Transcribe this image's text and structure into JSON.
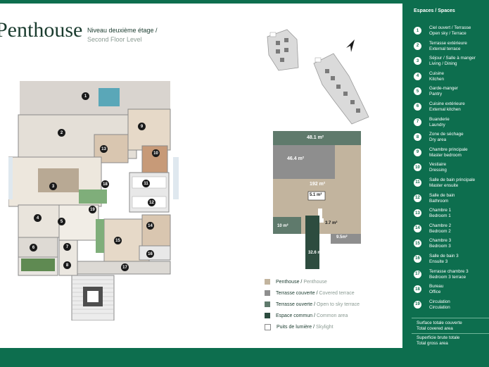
{
  "title": "Penthouse",
  "level_fr": "Niveau deuxième étage /",
  "level_en": "Second Floor Level",
  "sidebar": {
    "header": "Espaces / Spaces",
    "items": [
      {
        "num": "1",
        "fr": "Ciel ouvert / Terrasse",
        "en": "Open sky / Terrace"
      },
      {
        "num": "2",
        "fr": "Terrasse extérieure",
        "en": "External terrace"
      },
      {
        "num": "3",
        "fr": "Séjour / Salle à manger",
        "en": "Living / Dining"
      },
      {
        "num": "4",
        "fr": "Cuisine",
        "en": "Kitchen"
      },
      {
        "num": "5",
        "fr": "Garde-manger",
        "en": "Pantry"
      },
      {
        "num": "6",
        "fr": "Cuisine extérieure",
        "en": "External kitchen"
      },
      {
        "num": "7",
        "fr": "Buanderie",
        "en": "Laundry"
      },
      {
        "num": "8",
        "fr": "Zone de séchage",
        "en": "Dry area"
      },
      {
        "num": "9",
        "fr": "Chambre principale",
        "en": "Master bedroom"
      },
      {
        "num": "10",
        "fr": "Vestiaire",
        "en": "Dressing"
      },
      {
        "num": "11",
        "fr": "Salle de bain principale",
        "en": "Master ensuite"
      },
      {
        "num": "12",
        "fr": "Salle de bain",
        "en": "Bathroom"
      },
      {
        "num": "13",
        "fr": "Chambre 1",
        "en": "Bedroom 1"
      },
      {
        "num": "14",
        "fr": "Chambre 2",
        "en": "Bedroom 2"
      },
      {
        "num": "15",
        "fr": "Chambre 3",
        "en": "Bedroom 3"
      },
      {
        "num": "16",
        "fr": "Salle de bain 3",
        "en": "Ensuite 3"
      },
      {
        "num": "17",
        "fr": "Terrasse chambre 3",
        "en": "Bedroom 3 terrace"
      },
      {
        "num": "18",
        "fr": "Bureau",
        "en": "Office"
      },
      {
        "num": "19",
        "fr": "Circulation",
        "en": "Circulation"
      }
    ],
    "total_covered_fr": "Surface totale couverte",
    "total_covered_en": "Total covered area",
    "total_gross_fr": "Superficie brute totale",
    "total_gross_en": "Total gross area"
  },
  "areas": {
    "a481": "48.1 m²",
    "a464": "46.4 m²",
    "a192": "192 m²",
    "a51": "5.1 m²",
    "a37": "3.7 m²",
    "a10": "10 m²",
    "a95": "9.5m²",
    "a326": "32.6 m²"
  },
  "legend": [
    {
      "fr": "Penthouse",
      "en": "Penthouse",
      "color": "#c2b49e"
    },
    {
      "fr": "Terrasse couverte",
      "en": "Covered terrace",
      "color": "#8e8e8e"
    },
    {
      "fr": "Terrasse ouverte",
      "en": "Open to sky terrace",
      "color": "#5f7a6c"
    },
    {
      "fr": "Espace commun",
      "en": "Common area",
      "color": "#2d4c3f"
    },
    {
      "fr": "Puits de lumière",
      "en": "Skylight",
      "color": "#ffffff"
    }
  ],
  "markers": [
    "1",
    "2",
    "3",
    "4",
    "5",
    "6",
    "7",
    "8",
    "9",
    "10",
    "11",
    "12",
    "13",
    "14",
    "15",
    "16",
    "17",
    "18",
    "19"
  ],
  "colors": {
    "brand": "#0d6e4e",
    "text": "#1a3b2e",
    "muted": "#8a9a92"
  }
}
